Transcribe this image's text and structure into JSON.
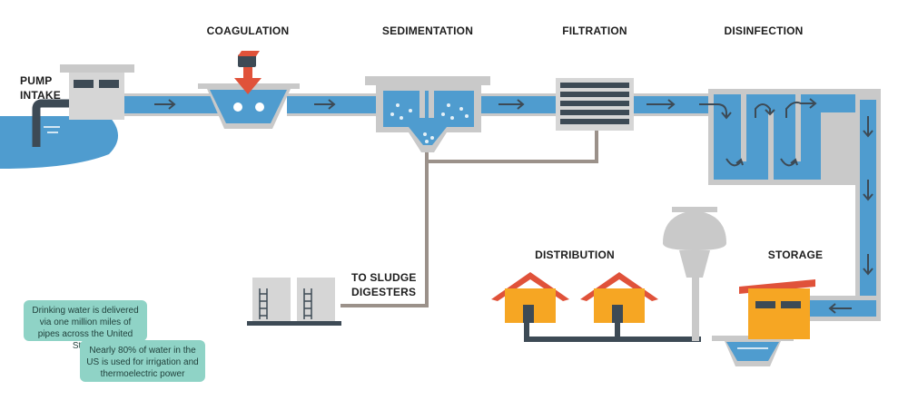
{
  "stages": {
    "pump_intake": "PUMP INTAKE",
    "coagulation": "COAGULATION",
    "sedimentation": "SEDIMENTATION",
    "filtration": "FILTRATION",
    "disinfection": "DISINFECTION",
    "distribution": "DISTRIBUTION",
    "storage": "STORAGE",
    "sludge": "TO SLUDGE DIGESTERS"
  },
  "notes": {
    "pipes_fact": "Drinking water is delivered via one million miles of pipes across the United States",
    "usage_fact": "Nearly 80% of water in the US is used for irrigation and thermoelectric power"
  },
  "colors": {
    "water": "#4f9ccf",
    "pipe_border": "#c9c9c9",
    "sludge_pipe": "#9b918a",
    "arrow": "#3d4a55",
    "house_roof": "#e0523a",
    "house_wall": "#f6a623",
    "note_bg": "#8fd3c6",
    "coag_arrow": "#e0523a"
  }
}
